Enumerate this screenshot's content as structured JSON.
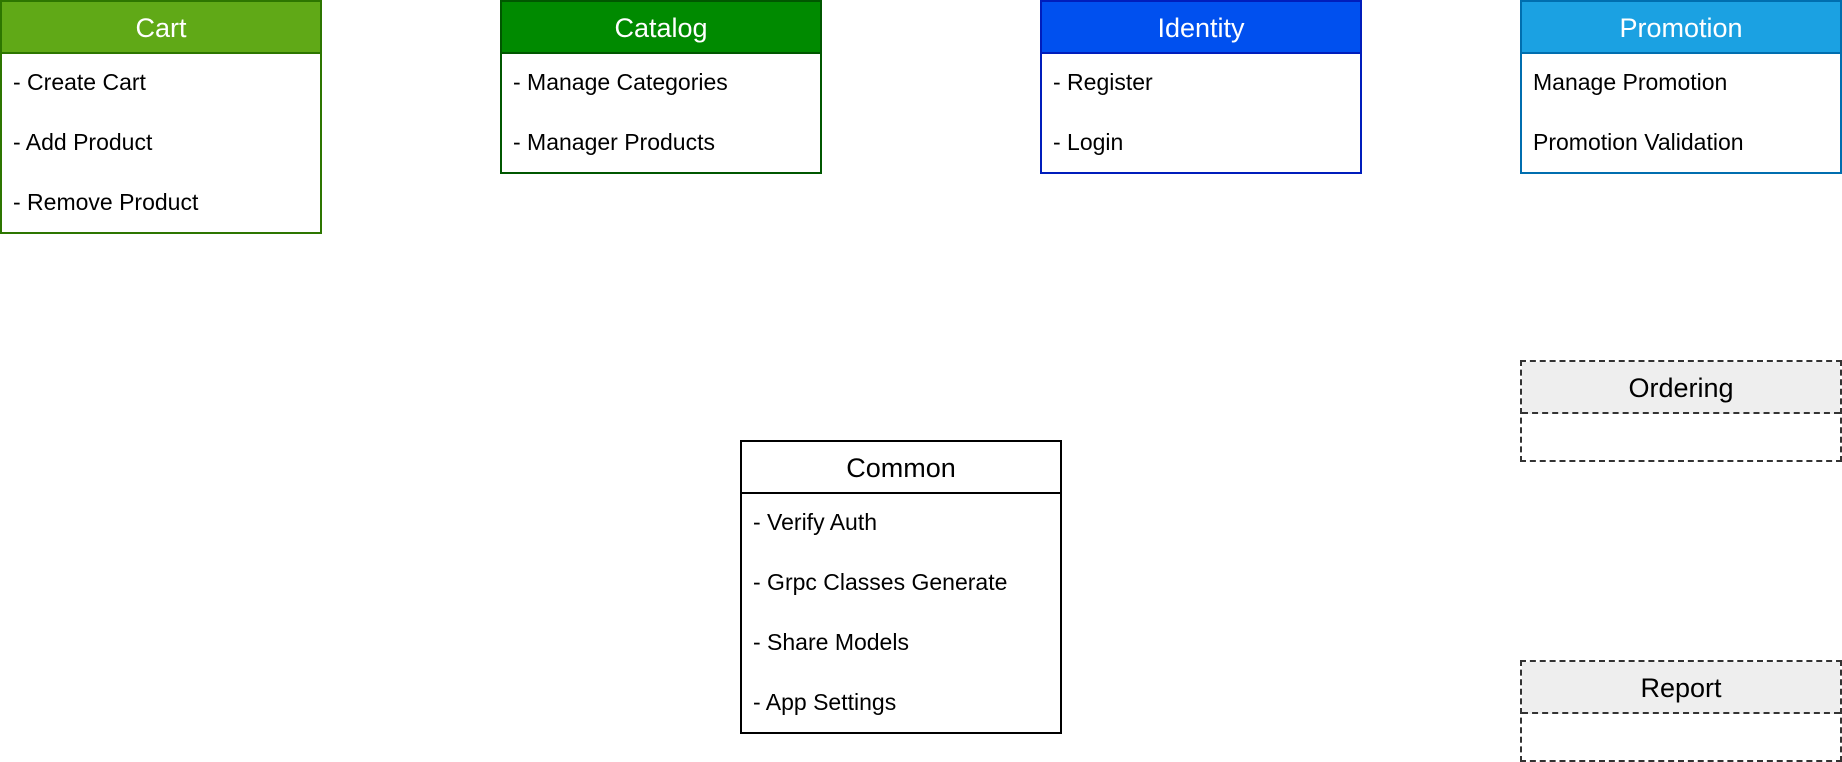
{
  "modules": {
    "cart": {
      "title": "Cart",
      "items": [
        "- Create Cart",
        "- Add Product",
        "- Remove Product"
      ]
    },
    "catalog": {
      "title": "Catalog",
      "items": [
        "- Manage Categories",
        "- Manager Products"
      ]
    },
    "identity": {
      "title": "Identity",
      "items": [
        "- Register",
        "- Login"
      ]
    },
    "promotion": {
      "title": "Promotion",
      "items": [
        "Manage Promotion",
        "Promotion Validation"
      ]
    },
    "common": {
      "title": "Common",
      "items": [
        "- Verify Auth",
        "- Grpc Classes Generate",
        "- Share Models",
        "- App Settings"
      ]
    },
    "ordering": {
      "title": "Ordering"
    },
    "report": {
      "title": "Report"
    }
  },
  "colors": {
    "cart": "#60a917",
    "catalog": "#008a00",
    "identity": "#0050ef",
    "promotion": "#1ba1e2",
    "planned": "#eeeeee"
  }
}
